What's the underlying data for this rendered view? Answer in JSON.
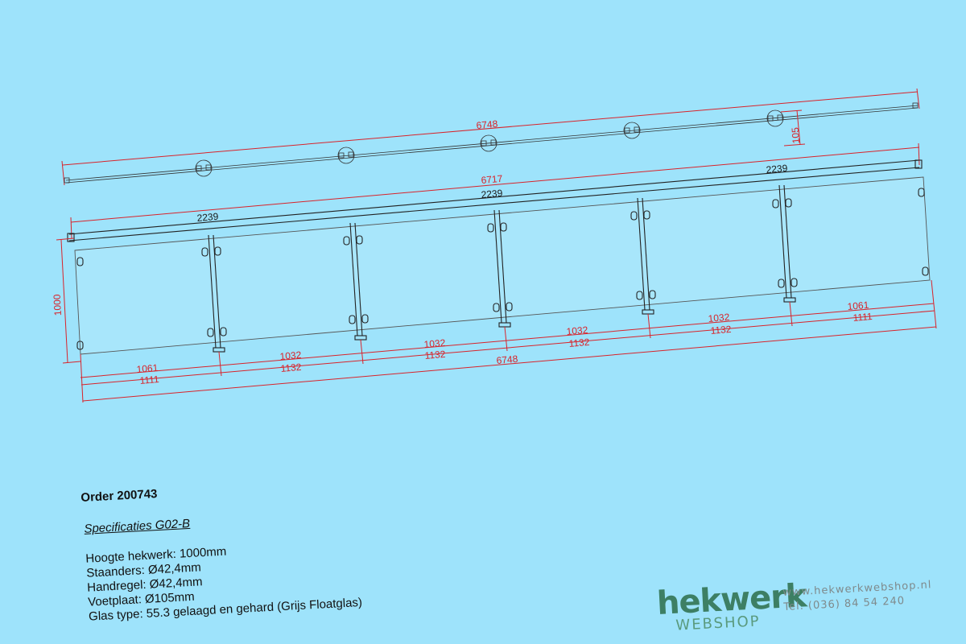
{
  "drawing": {
    "top_view": {
      "total_length_label": "6748",
      "offset_label": "105"
    },
    "front_view": {
      "handrail_total_label": "6717",
      "handrail_segment_labels": [
        "2239",
        "2239",
        "2239"
      ],
      "height_label": "1000",
      "glass_gap_labels": [
        "1061",
        "1032",
        "1032",
        "1032",
        "1032",
        "1061"
      ],
      "post_spacing_labels": [
        "1111",
        "1132",
        "1132",
        "1132",
        "1132",
        "1111"
      ],
      "bottom_total_label": "6748"
    }
  },
  "order": {
    "title": "Order 200743",
    "spec_title": "Specificaties G02-B",
    "specs": [
      "Hoogte hekwerk: 1000mm",
      "Staanders: Ø42,4mm",
      "Handregel: Ø42,4mm",
      "Voetplaat: Ø105mm",
      "Glas type: 55.3 gelaagd en gehard (Grijs Floatglas)"
    ]
  },
  "brand": {
    "name": "hekwerk",
    "sub": "WEBSHOP"
  },
  "contact": {
    "website": "www.hekwerkwebshop.nl",
    "phone": "Tel. (036) 84 54 240"
  },
  "colors": {
    "background": "#9ee3fb",
    "dimension": "#d9232a",
    "brand": "#3d7f64"
  }
}
